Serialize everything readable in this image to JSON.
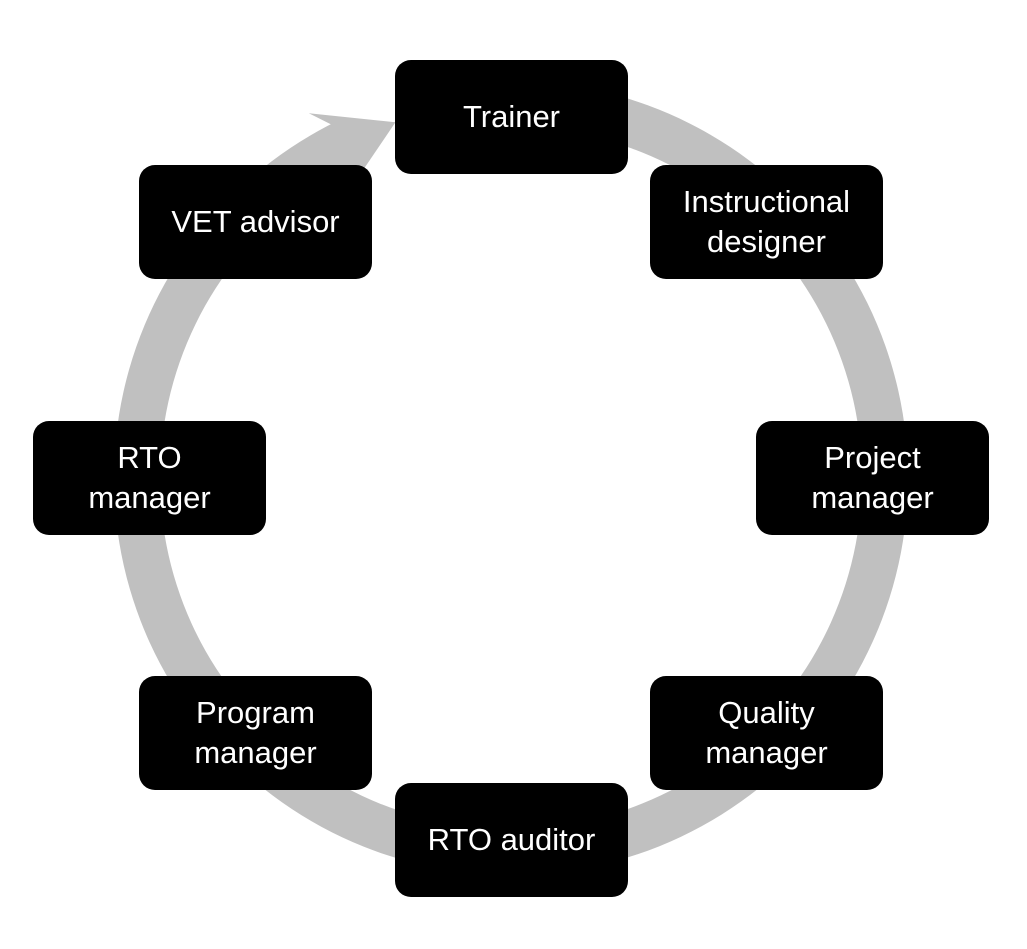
{
  "diagram": {
    "type": "cycle",
    "direction": "clockwise",
    "ring_color": "#c0c0c0",
    "box_color": "#000000",
    "text_color": "#ffffff",
    "nodes": [
      {
        "label": "Trainer"
      },
      {
        "label": "Instructional\ndesigner"
      },
      {
        "label": "Project\nmanager"
      },
      {
        "label": "Quality\nmanager"
      },
      {
        "label": "RTO auditor"
      },
      {
        "label": "Program\nmanager"
      },
      {
        "label": "RTO\nmanager"
      },
      {
        "label": "VET advisor"
      }
    ]
  }
}
